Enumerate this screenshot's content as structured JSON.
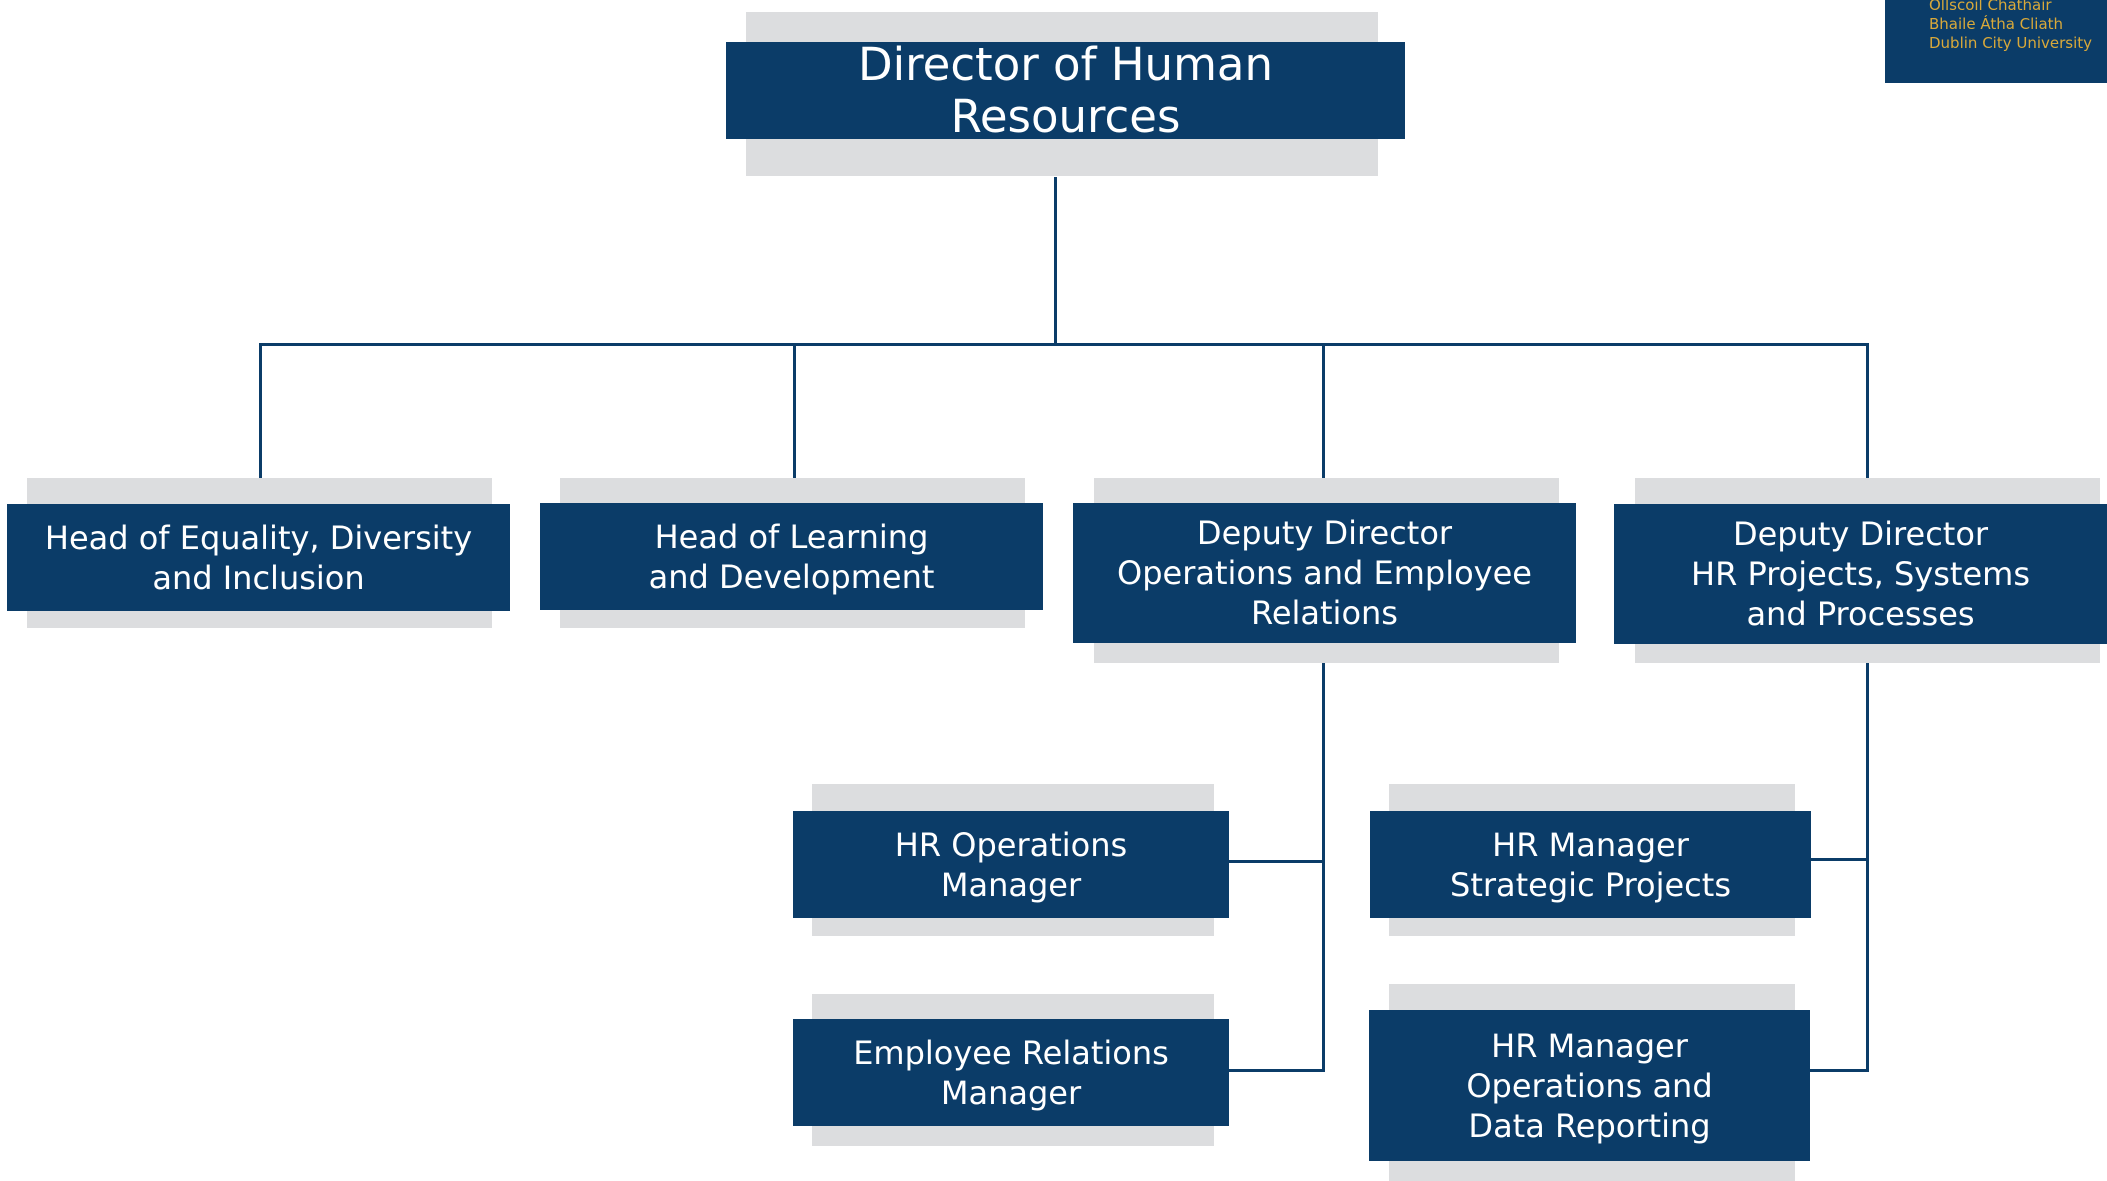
{
  "colors": {
    "box": "#0b3c68",
    "shadow": "#dcdddf",
    "logo_text": "#d9a93a"
  },
  "logo": {
    "line1": "Ollscoil Chathair",
    "line2": "Bhaile Átha Cliath",
    "line3": "Dublin City University"
  },
  "director": {
    "title": "Director of Human Resources"
  },
  "level2": [
    {
      "title": "Head of Equality, Diversity\nand Inclusion"
    },
    {
      "title": "Head of Learning\nand Development"
    },
    {
      "title": "Deputy Director\nOperations and Employee\nRelations"
    },
    {
      "title": "Deputy Director\nHR Projects, Systems\nand Processes"
    }
  ],
  "level3": [
    {
      "title": "HR Operations\nManager"
    },
    {
      "title": "Employee Relations\nManager"
    },
    {
      "title": "HR Manager\nStrategic Projects"
    },
    {
      "title": "HR Manager\nOperations and\nData Reporting"
    }
  ]
}
